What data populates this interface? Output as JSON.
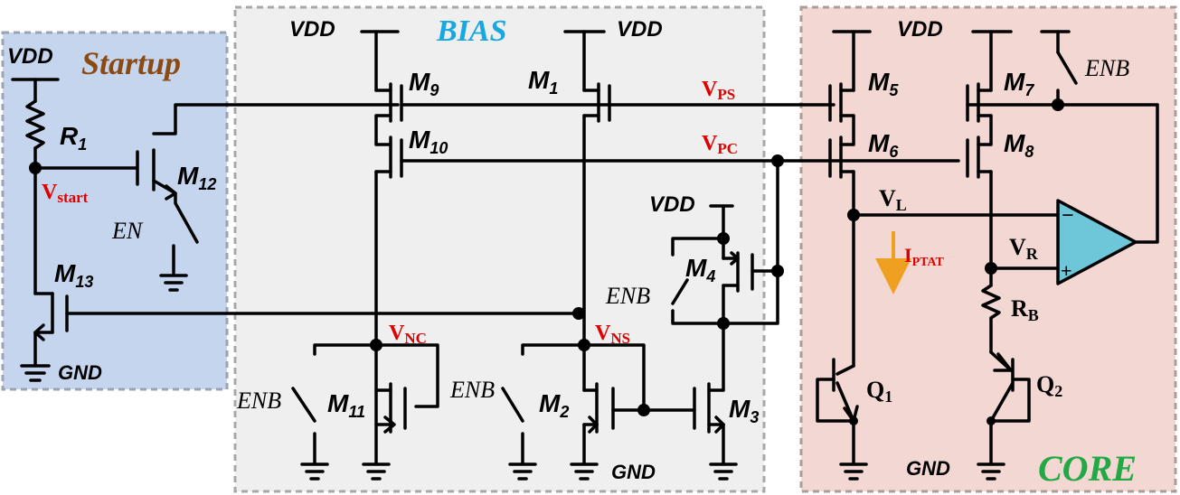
{
  "regions": {
    "startup": {
      "title": "Startup",
      "color": "#8b4a14",
      "bg": "#c5d5ee",
      "border": "#9aa4b4"
    },
    "bias": {
      "title": "BIAS",
      "color": "#16a8e0",
      "bg": "#efefef",
      "border": "#a8a8a8"
    },
    "core": {
      "title": "CORE",
      "color": "#22a845",
      "bg": "#f3d7d2",
      "border": "#ad9d9a"
    }
  },
  "labels": {
    "vdd": "VDD",
    "gnd": "GND",
    "en": "EN",
    "enb": "ENB",
    "r1": "R",
    "r1_sub": "1",
    "rb": "R",
    "rb_sub": "B",
    "q1": "Q",
    "q1_sub": "1",
    "q2": "Q",
    "q2_sub": "2",
    "m1": "M",
    "m1_sub": "1",
    "m2": "M",
    "m2_sub": "2",
    "m3": "M",
    "m3_sub": "3",
    "m4": "M",
    "m4_sub": "4",
    "m5": "M",
    "m5_sub": "5",
    "m6": "M",
    "m6_sub": "6",
    "m7": "M",
    "m7_sub": "7",
    "m8": "M",
    "m8_sub": "8",
    "m9": "M",
    "m9_sub": "9",
    "m10": "M",
    "m10_sub": "10",
    "m11": "M",
    "m11_sub": "11",
    "m12": "M",
    "m12_sub": "12",
    "m13": "M",
    "m13_sub": "13",
    "vstart": "V",
    "vstart_sub": "start",
    "vps": "V",
    "vps_sub": "PS",
    "vpc": "V",
    "vpc_sub": "PC",
    "vnc": "V",
    "vnc_sub": "NC",
    "vns": "V",
    "vns_sub": "NS",
    "vl": "V",
    "vl_sub": "L",
    "vr": "V",
    "vr_sub": "R",
    "iptat": "I",
    "iptat_sub": "PTAT",
    "opamp_minus": "−",
    "opamp_plus": "+"
  },
  "colors": {
    "signal": "#e00000",
    "current_arrow": "#f0a020",
    "opamp_fill": "#6ec6d9"
  }
}
